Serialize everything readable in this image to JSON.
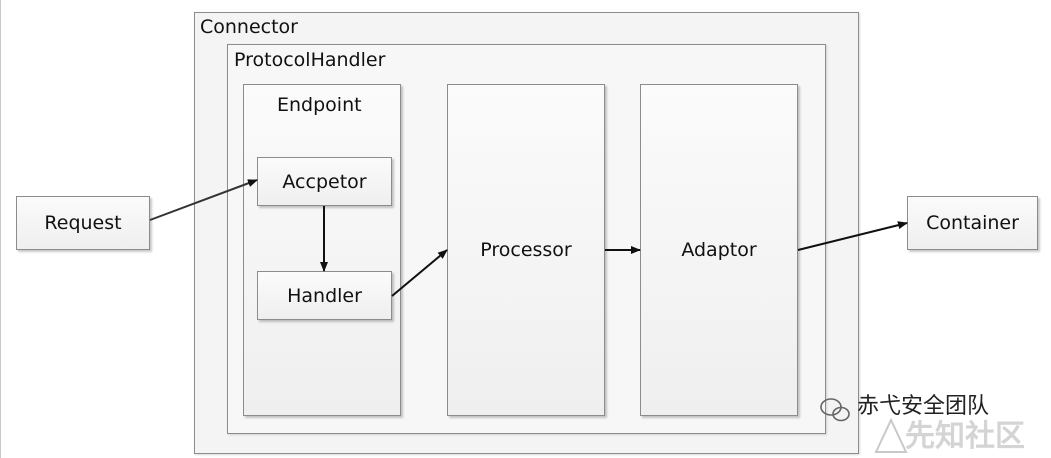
{
  "connector": {
    "label": "Connector"
  },
  "protocol_handler": {
    "label": "ProtocolHandler"
  },
  "endpoint": {
    "label": "Endpoint"
  },
  "acceptor": {
    "label": "Accpetor"
  },
  "handler": {
    "label": "Handler"
  },
  "processor": {
    "label": "Processor"
  },
  "adaptor": {
    "label": "Adaptor"
  },
  "request": {
    "label": "Request"
  },
  "container": {
    "label": "Container"
  },
  "watermark": {
    "team": "赤弋安全团队",
    "site": "先知社区"
  },
  "colors": {
    "border": "#8c8c8c",
    "arrow": "#111111",
    "box_fill": "#f4f4f4"
  }
}
